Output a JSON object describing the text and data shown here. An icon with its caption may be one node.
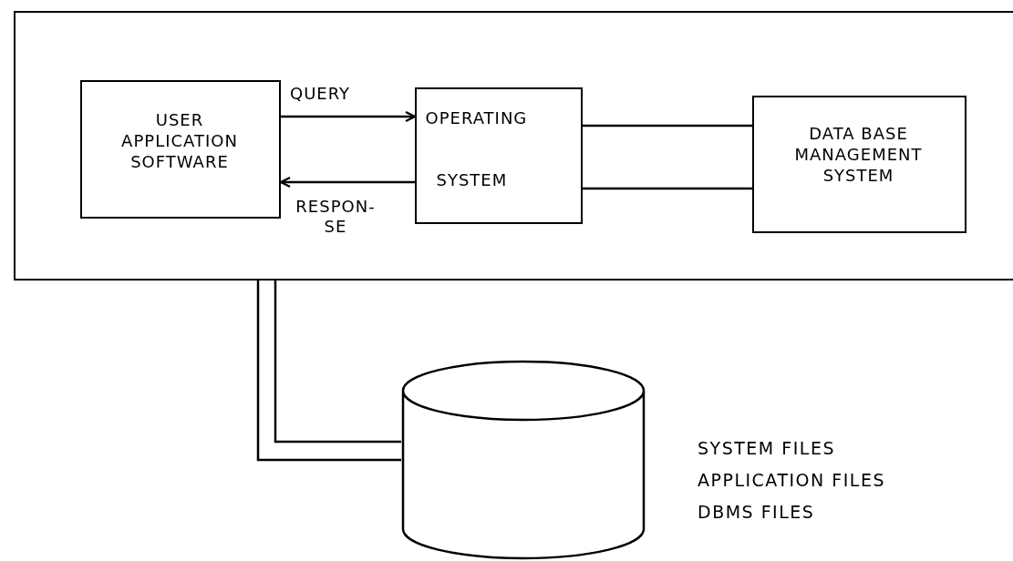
{
  "diagram": {
    "nodes": [
      {
        "text": [],
        "shape": "box"
      },
      {
        "text": [
          "USER APPLICATION SOFTWARE"
        ],
        "in": 0
      },
      {
        "text": [
          "OPERATING",
          "SYSTEM"
        ],
        "in": 0
      },
      {
        "text": [
          "DATA BASE MANAGEMENT SYSTEM"
        ],
        "in": 0
      },
      {
        "text": [],
        "shape": "cylinder",
        "beside": [
          "SYSTEM FILES",
          "APPLICATION FILES",
          "DBMS FILES"
        ]
      }
    ],
    "edges": [
      {
        "from": 1,
        "to": 2,
        "arrow": "to",
        "label": "QUERY"
      },
      {
        "from": 2,
        "to": 1,
        "arrow": "to",
        "label": "RESPON- SE"
      },
      {
        "from": 2,
        "to": 3,
        "arrow": "none"
      },
      {
        "from": 2,
        "to": 3,
        "arrow": "none"
      },
      {
        "from": 0,
        "to": 4,
        "arrow": "none"
      },
      {
        "from": 0,
        "to": 4,
        "arrow": "none"
      }
    ]
  }
}
